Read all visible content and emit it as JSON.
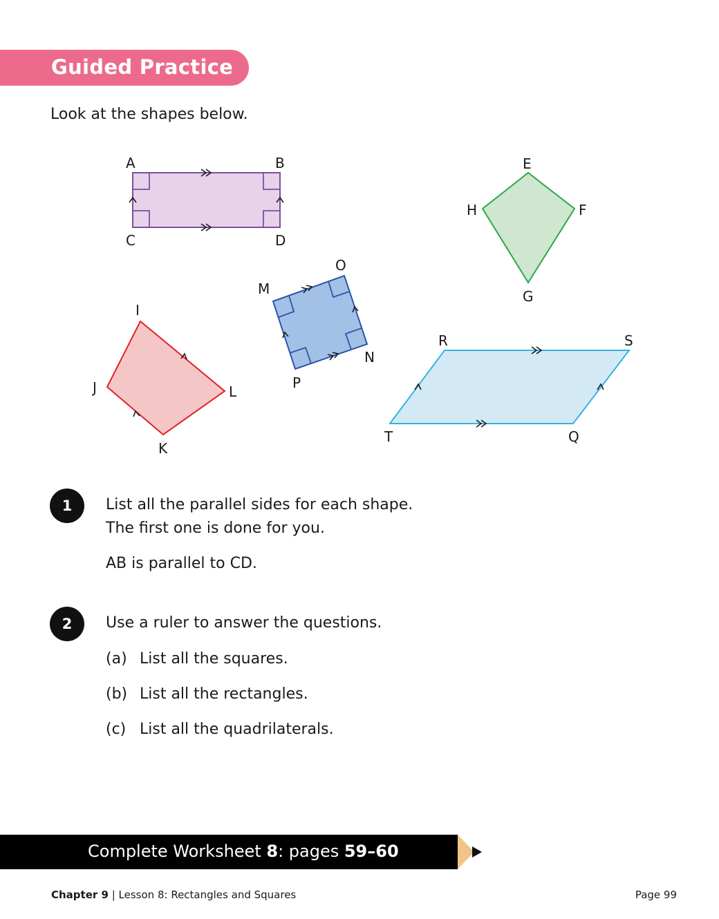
{
  "header": {
    "title": "Guided Practice"
  },
  "intro": "Look at the shapes below.",
  "shapes": {
    "labels": {
      "A": "A",
      "B": "B",
      "C": "C",
      "D": "D",
      "E": "E",
      "F": "F",
      "G": "G",
      "H": "H",
      "I": "I",
      "J": "J",
      "K": "K",
      "L": "L",
      "M": "M",
      "N": "N",
      "O": "O",
      "P": "P",
      "Q": "Q",
      "R": "R",
      "S": "S",
      "T": "T"
    },
    "colors": {
      "rectangle_fill": "#e7d2ea",
      "rectangle_stroke": "#7a4fa0",
      "kite_fill": "#cfe6cf",
      "kite_stroke": "#2aa84a",
      "quad_fill": "#f5c6c6",
      "quad_stroke": "#e0202a",
      "square_fill": "#a3c1e6",
      "square_stroke": "#2a54a8",
      "parallelogram_fill": "#d3eaf6",
      "parallelogram_stroke": "#35b3e0"
    }
  },
  "questions": [
    {
      "number": "1",
      "line1": "List all the parallel sides for each shape.",
      "line2": "The first one is done for you.",
      "example": "AB is parallel to CD."
    },
    {
      "number": "2",
      "text": "Use a ruler to answer the questions.",
      "parts": [
        {
          "letter": "(a)",
          "text": "List all the squares."
        },
        {
          "letter": "(b)",
          "text": "List all the rectangles."
        },
        {
          "letter": "(c)",
          "text": "List all the quadrilaterals."
        }
      ]
    }
  ],
  "worksheet": {
    "prefix": "Complete Worksheet ",
    "number": "8",
    "middle": ": pages ",
    "pages": "59–60"
  },
  "footer": {
    "chapter": "Chapter 9",
    "separator": " | ",
    "lesson": "Lesson 8: Rectangles and Squares",
    "page": "Page 99"
  }
}
